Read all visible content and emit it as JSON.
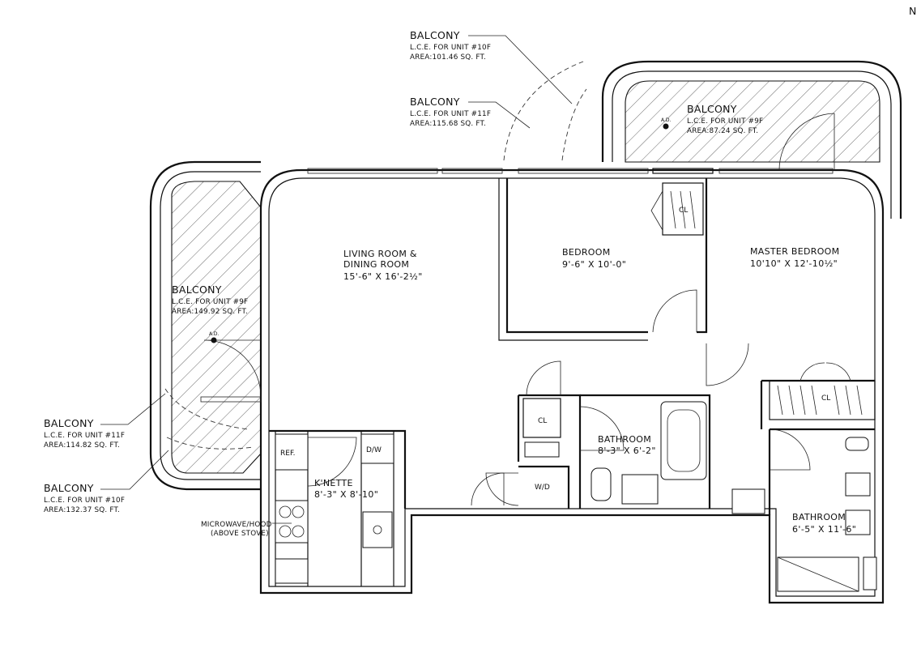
{
  "north_mark": "N",
  "balconies": [
    {
      "id": "balcony-10f-top",
      "title": "BALCONY",
      "lce": "L.C.E. FOR UNIT #10F",
      "area": "AREA:101.46 SQ. FT."
    },
    {
      "id": "balcony-11f-top",
      "title": "BALCONY",
      "lce": "L.C.E. FOR UNIT #11F",
      "area": "AREA:115.68 SQ. FT."
    },
    {
      "id": "balcony-9f-top",
      "title": "BALCONY",
      "lce": "L.C.E. FOR UNIT #9F",
      "area": "AREA:87.24 SQ. FT."
    },
    {
      "id": "balcony-9f-left",
      "title": "BALCONY",
      "lce": "L.C.E. FOR UNIT #9F",
      "area": "AREA:149.92 SQ. FT."
    },
    {
      "id": "balcony-11f-left",
      "title": "BALCONY",
      "lce": "L.C.E. FOR UNIT #11F",
      "area": "AREA:114.82 SQ. FT."
    },
    {
      "id": "balcony-10f-left",
      "title": "BALCONY",
      "lce": "L.C.E. FOR UNIT #10F",
      "area": "AREA:132.37 SQ. FT."
    }
  ],
  "rooms": {
    "living": {
      "line1": "LIVING ROOM &",
      "line2": "DINING ROOM",
      "dim": "15'-6\" X 16'-2½\""
    },
    "bedroom": {
      "name": "BEDROOM",
      "dim": "9'-6\" X 10'-0\""
    },
    "master": {
      "name": "MASTER BEDROOM",
      "dim": "10'10\" X 12'-10½\""
    },
    "bath1": {
      "name": "BATHROOM",
      "dim": "8'-3\" X 6'-2\""
    },
    "bath2": {
      "name": "BATHROOM",
      "dim": "6'-5\" X 11'-6\""
    },
    "kitchen": {
      "name": "K'NETTE",
      "dim": "8'-3\" X 8'-10\""
    }
  },
  "fixtures": {
    "ref": "REF.",
    "dw": "D/W",
    "wd": "W/D",
    "closet": "CL",
    "drain": "A.D.",
    "microwave": "MICROWAVE/HOOD",
    "above_stove": "(ABOVE STOVE)"
  }
}
